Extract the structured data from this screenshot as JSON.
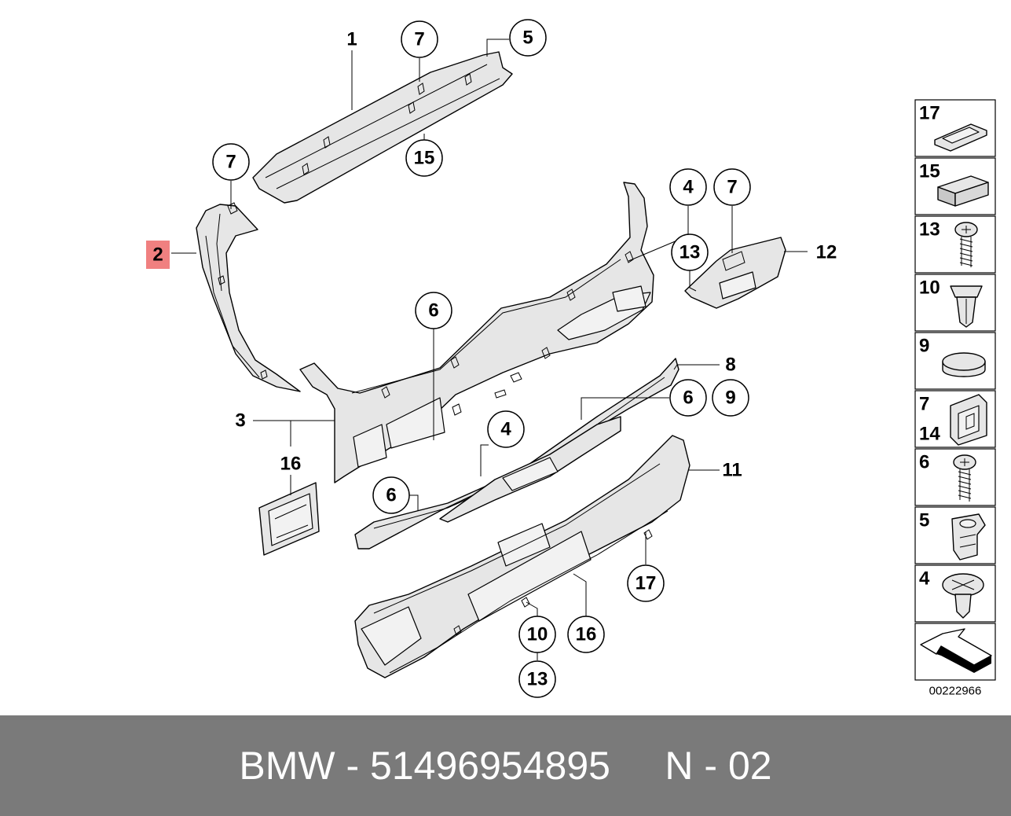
{
  "diagram_id": "00222966",
  "highlighted_label": "2",
  "callouts": [
    "1",
    "7",
    "5",
    "7",
    "15",
    "4",
    "7",
    "13",
    "12",
    "6",
    "8",
    "6",
    "9",
    "3",
    "4",
    "16",
    "6",
    "11",
    "17",
    "10",
    "16",
    "13"
  ],
  "plain_labels": [
    "1",
    "5",
    "12",
    "8",
    "3",
    "16",
    "11"
  ],
  "legend": [
    {
      "label": "17",
      "icon": "grommet-icon"
    },
    {
      "label": "15",
      "icon": "foam-pad-icon"
    },
    {
      "label": "13",
      "icon": "screw-icon"
    },
    {
      "label": "10",
      "icon": "expanding-nut-icon"
    },
    {
      "label": "9",
      "icon": "cap-icon"
    },
    {
      "label": "7",
      "label2": "14",
      "icon": "clip-icon"
    },
    {
      "label": "6",
      "icon": "screw-icon"
    },
    {
      "label": "5",
      "icon": "spring-nut-icon"
    },
    {
      "label": "4",
      "icon": "expanding-rivet-icon"
    },
    {
      "label": "",
      "icon": "direction-arrow-icon"
    }
  ],
  "footer": {
    "brand": "BMW",
    "separator": " - ",
    "part_number": "51496954895",
    "gap": "     ",
    "suffix": "N - 02"
  },
  "colors": {
    "highlight": "#f08080",
    "footer_bg": "#7a7a7a",
    "part_fill": "#e6e6e6"
  }
}
